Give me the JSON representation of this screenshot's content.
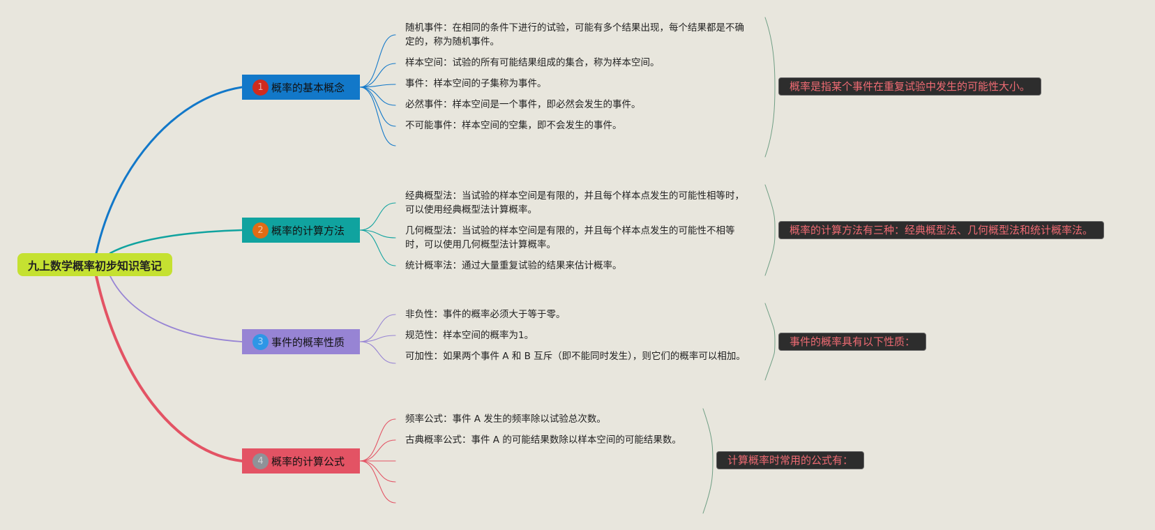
{
  "root": {
    "title": "九上数学概率初步知识笔记"
  },
  "colors": {
    "background": "#e8e6dd",
    "root": "#c5e131",
    "summary_bg": "#2d2d2d",
    "summary_text": "#ef6b73",
    "bracket": "#6f9e84"
  },
  "branches": [
    {
      "number": "1",
      "label": "概率的基本概念",
      "color": "#1278c9",
      "badge_color": "#d02b1e",
      "leaves": [
        "随机事件：在相同的条件下进行的试验，可能有多个结果出现，每个结果都是不确定的，称为随机事件。",
        "样本空间：试验的所有可能结果组成的集合，称为样本空间。",
        "事件：样本空间的子集称为事件。",
        "必然事件：样本空间是一个事件，即必然会发生的事件。",
        "不可能事件：样本空间的空集，即不会发生的事件。"
      ],
      "summary": "概率是指某个事件在重复试验中发生的可能性大小。"
    },
    {
      "number": "2",
      "label": "概率的计算方法",
      "color": "#10a39f",
      "badge_color": "#e06c16",
      "leaves": [
        "经典概型法：当试验的样本空间是有限的，并且每个样本点发生的可能性相等时，可以使用经典概型法计算概率。",
        "几何概型法：当试验的样本空间是有限的，并且每个样本点发生的可能性不相等时，可以使用几何概型法计算概率。",
        "统计概率法：通过大量重复试验的结果来估计概率。"
      ],
      "summary": "概率的计算方法有三种：经典概型法、几何概型法和统计概率法。"
    },
    {
      "number": "3",
      "label": "事件的概率性质",
      "color": "#9784d4",
      "badge_color": "#2e96e6",
      "leaves": [
        "非负性：事件的概率必须大于等于零。",
        "规范性：样本空间的概率为1。",
        "可加性：如果两个事件 A 和 B 互斥（即不能同时发生），则它们的概率可以相加。"
      ],
      "summary": "事件的概率具有以下性质："
    },
    {
      "number": "4",
      "label": "概率的计算公式",
      "color": "#e35364",
      "badge_color": "#8f9298",
      "leaves": [
        "频率公式：事件 A 发生的频率除以试验总次数。",
        "古典概率公式：事件 A 的可能结果数除以样本空间的可能结果数。",
        "",
        "",
        ""
      ],
      "summary": "计算概率时常用的公式有："
    }
  ]
}
